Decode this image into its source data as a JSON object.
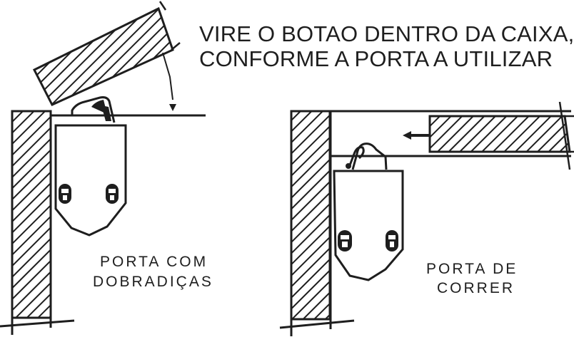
{
  "instruction": {
    "line1": "VIRE O BOTAO DENTRO DA CAIXA,",
    "line2": "CONFORME A PORTA A UTILIZAR"
  },
  "left_panel": {
    "label_line1": "PORTA COM",
    "label_line2": "DOBRADIÇAS"
  },
  "right_panel": {
    "label_line1": "PORTA DE",
    "label_line2": "CORRER"
  },
  "colors": {
    "ink": "#1e1e1e",
    "background": "#ffffff"
  }
}
